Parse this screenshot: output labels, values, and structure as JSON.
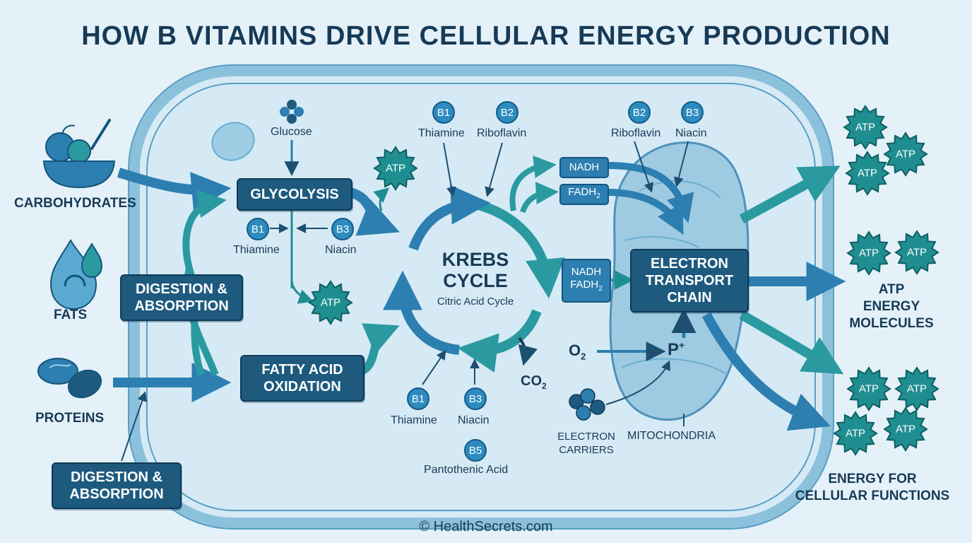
{
  "title": "HOW B VITAMINS DRIVE CELLULAR ENERGY PRODUCTION",
  "colors": {
    "background": "#e4f1f9",
    "dark_blue": "#1d5a7e",
    "teal": "#2a9aa0",
    "atp_star": "#1f8e91",
    "cell_membrane": "#a9d1e6"
  },
  "inputs": {
    "carbohydrates": "CARBOHYDRATES",
    "fats": "FATS",
    "proteins": "PROTEINS"
  },
  "digestion": {
    "inner": "DIGESTION & ABSORPTION",
    "outer": "DIGESTION & ABSORPTION"
  },
  "glycolysis": {
    "glucose": "Glucose",
    "box": "GLYCOLYSIS",
    "vitamins": [
      {
        "code": "B1",
        "name": "Thiamine"
      },
      {
        "code": "B3",
        "name": "Niacin"
      }
    ]
  },
  "fatty_acid": {
    "box": "FATTY ACID OXIDATION"
  },
  "krebs": {
    "title_line1": "KREBS",
    "title_line2": "CYCLE",
    "subtitle": "Citric Acid Cycle",
    "co2": "CO",
    "co2_sub": "2",
    "vitamins_top": [
      {
        "code": "B1",
        "name": "Thiamine"
      },
      {
        "code": "B2",
        "name": "Riboflavin"
      }
    ],
    "vitamins_bottom": [
      {
        "code": "B1",
        "name": "Thiamine"
      },
      {
        "code": "B3",
        "name": "Niacin"
      },
      {
        "code": "B5",
        "name": "Pantothenic Acid"
      }
    ]
  },
  "carriers": {
    "nadh": "NADH",
    "fadh": "FADH",
    "fadh_sub": "2",
    "combined_line1": "NADH",
    "combined_line2": "FADH",
    "combined_sub": "2"
  },
  "etc": {
    "box": "ELECTRON TRANSPORT CHAIN",
    "vitamins": [
      {
        "code": "B2",
        "name": "Riboflavin"
      },
      {
        "code": "B3",
        "name": "Niacin"
      }
    ],
    "o2": "O",
    "o2_sub": "2",
    "p_plus": "P",
    "p_sup": "+",
    "electron_carriers_line1": "ELECTRON",
    "electron_carriers_line2": "CARRIERS",
    "mitochondria": "MITOCHONDRIA"
  },
  "atp_label": "ATP",
  "outputs": {
    "atp_molecules_line1": "ATP",
    "atp_molecules_line2": "ENERGY",
    "atp_molecules_line3": "MOLECULES",
    "energy_line1": "ENERGY FOR",
    "energy_line2": "CELLULAR FUNCTIONS"
  },
  "copyright": "© HealthSecrets.com"
}
